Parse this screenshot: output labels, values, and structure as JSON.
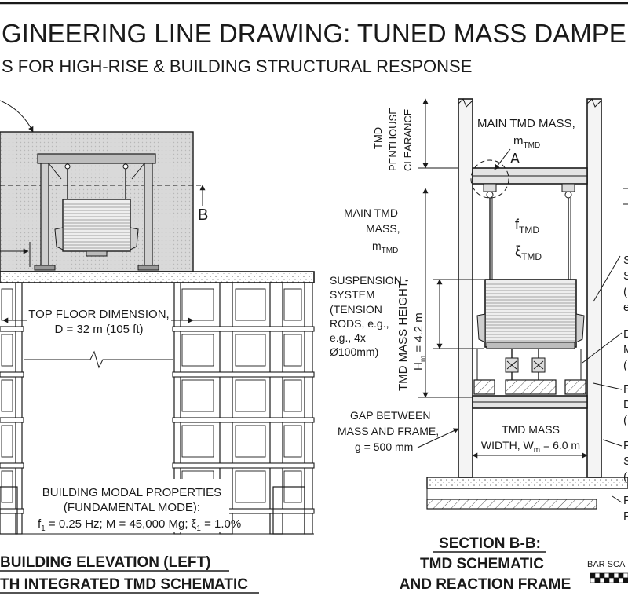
{
  "title": {
    "main": "GINEERING LINE DRAWING: TUNED MASS DAMPER",
    "sub": "S FOR HIGH-RISE & BUILDING STRUCTURAL RESPONSE"
  },
  "elevation": {
    "section_marker": "B",
    "top_floor_dimension": [
      "TOP FLOOR DIMENSION,",
      "D = 32 m (105 ft)"
    ],
    "suspension_system": [
      "SUSPENSION",
      "SYSTEM",
      "(TENSION",
      "RODS, e.g.,",
      "e.g., 4x",
      "Ø100mm)"
    ],
    "modal_properties": [
      "BUILDING MODAL PROPERTIES",
      "(FUNDAMENTAL MODE):"
    ],
    "modal_values": {
      "f_label": "f",
      "f_sub": "1",
      "f_rest": " = 0.25 Hz; M = 45,000 Mg; ξ",
      "xi_sub": "1",
      "xi_rest": " = 1.0%"
    },
    "caption": [
      "BUILDING ELEVATION (LEFT)",
      "TH INTEGRATED TMD SCHEMATIC"
    ]
  },
  "section": {
    "penthouse_clearance": [
      "TMD",
      "PENTHOUSE",
      "CLEARANCE"
    ],
    "main_mass_top": [
      "MAIN TMD MASS,"
    ],
    "m_top": {
      "base": "m",
      "sub": "TMD"
    },
    "detail_marker": "A",
    "main_mass_left": [
      "MAIN TMD",
      "MASS,"
    ],
    "m_left": {
      "base": "m",
      "sub": "TMD"
    },
    "f_tmd": {
      "base": "f",
      "sub": "TMD"
    },
    "xi_tmd": {
      "base": "ξ",
      "sub": "TMD"
    },
    "mass_height": {
      "line1": "TMD MASS HEIGHT,",
      "base": "H",
      "sub": "m",
      "rest": " = 4.2 m"
    },
    "gap": [
      "GAP BETWEEN",
      "MASS AND FRAME,",
      "g = 500 mm"
    ],
    "mass_width": {
      "line1": "TMD MASS",
      "base": "WIDTH, W",
      "sub": "m",
      "rest": " = 6.0 m"
    },
    "caption": [
      "SECTION B-B:",
      "TMD SCHEMATIC",
      "AND REACTION FRAME"
    ],
    "right_labels": [
      "S",
      "S",
      "(",
      "e",
      "D",
      "M",
      "(",
      "F",
      "D",
      "(",
      "F",
      "S",
      "(",
      "F",
      "F"
    ]
  },
  "bar_scale": "BAR SCA"
}
